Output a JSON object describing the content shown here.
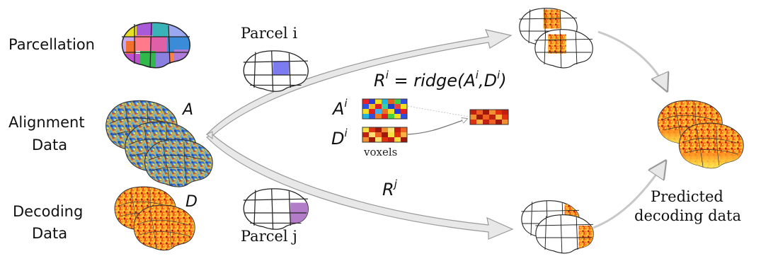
{
  "labels": {
    "parcellation": "Parcellation",
    "alignment_line1": "Alignment",
    "alignment_line2": "Data",
    "decoding_line1": "Decoding",
    "decoding_line2": "Data",
    "alignment_symbol": "A",
    "decoding_symbol": "D",
    "parcel_i": "Parcel i",
    "parcel_j": "Parcel j",
    "predicted_line1": "Predicted",
    "predicted_line2": "decoding data",
    "voxels": "voxels"
  },
  "equations": {
    "ridge_lhs_base": "R",
    "ridge_lhs_sup": "i",
    "ridge_rhs_prefix": " = ridge(A",
    "ridge_rhs_sup1": "i",
    "ridge_rhs_mid": ",D",
    "ridge_rhs_sup2": "i",
    "ridge_rhs_suffix": ")",
    "rj_base": "R",
    "rj_sup": "j",
    "ai_base": "A",
    "ai_sup": "i",
    "di_base": "D",
    "di_sup": "i"
  },
  "colors": {
    "parcel_highlight_i": "#7c7cf0",
    "parcel_highlight_j": "#b27cc8",
    "arrow_fill": "#e8e8e8",
    "arrow_stroke": "#9a9a9a"
  },
  "icons": [
    "brain-parcellation-icon",
    "brain-alignment-icon",
    "brain-decoding-icon",
    "brain-parcel-i-icon",
    "brain-parcel-j-icon",
    "brain-output-icon"
  ]
}
